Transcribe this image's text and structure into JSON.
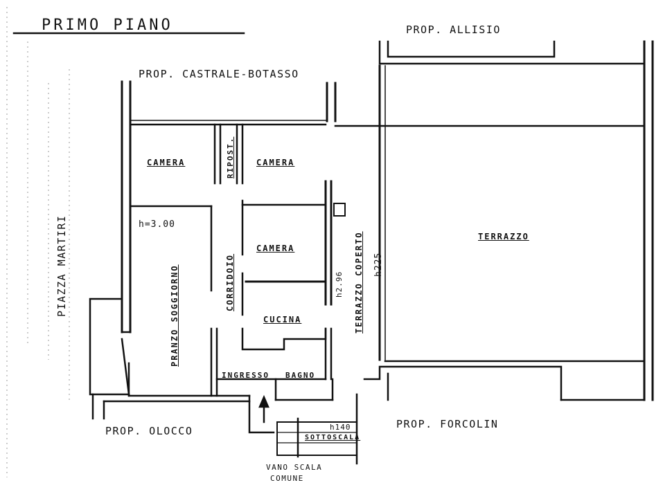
{
  "title": "PRIMO PIANO",
  "neighbors": {
    "north_left": "PROP. CASTRALE-BOTASSO",
    "north_right": "PROP. ALLISIO",
    "south_left": "PROP. OLOCCO",
    "south_right": "PROP. FORCOLIN"
  },
  "street": "PIAZZA MARTIRI",
  "rooms": {
    "camera_left": "CAMERA",
    "ripost": "RIPOST.",
    "camera_right": "CAMERA",
    "camera_middle": "CAMERA",
    "corridoio": "CORRIDOIO",
    "soggiorno": "PRANZO SOGGIORNO",
    "cucina": "CUCINA",
    "ingresso": "INGRESSO",
    "bagno": "BAGNO",
    "terrazzo": "TERRAZZO",
    "terrazzo_coperto": "TERRAZZO COPERTO",
    "sottoscala": "SOTTOSCALA",
    "vano_scala_line1": "VANO SCALA",
    "vano_scala_line2": "COMUNE"
  },
  "heights": {
    "soggiorno": "h=3.00",
    "corridor": "h2.96",
    "terrace": "h225",
    "sottoscala": "h140"
  }
}
